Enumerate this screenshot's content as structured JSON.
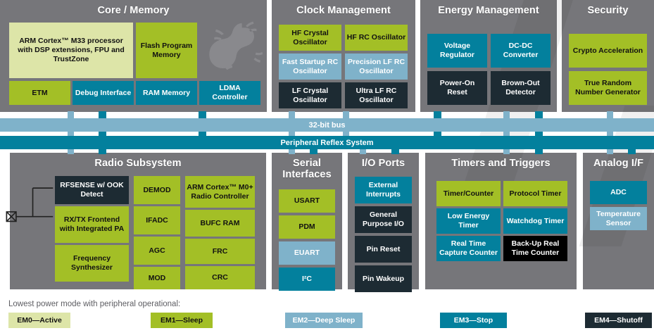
{
  "legend": {
    "caption": "Lowest power mode with peripheral operational:",
    "items": [
      {
        "label": "EM0—Active",
        "level": "em0",
        "color": "#dde5a8"
      },
      {
        "label": "EM1—Sleep",
        "level": "em1",
        "color": "#a3bf26"
      },
      {
        "label": "EM2—Deep Sleep",
        "level": "em2",
        "color": "#7fb2ca"
      },
      {
        "label": "EM3—Stop",
        "level": "em3",
        "color": "#03809d"
      },
      {
        "label": "EM4—Shutoff",
        "level": "em4",
        "color": "#1d2b33"
      }
    ]
  },
  "buses": [
    {
      "name": "32-bit bus",
      "color": "#7fb2ca"
    },
    {
      "name": "Peripheral Reflex System",
      "color": "#03809d"
    }
  ],
  "panels": {
    "core_memory": {
      "title": "Core / Memory",
      "blocks": [
        {
          "label": "ARM Cortex™ M33 processor with DSP extensions, FPU and TrustZone",
          "level": "em0"
        },
        {
          "label": "Flash Program Memory",
          "level": "em1"
        },
        {
          "label": "ETM",
          "level": "em1"
        },
        {
          "label": "Debug Interface",
          "level": "em3"
        },
        {
          "label": "RAM Memory",
          "level": "em3"
        },
        {
          "label": "LDMA Controller",
          "level": "em3"
        }
      ]
    },
    "clock_management": {
      "title": "Clock Management",
      "blocks": [
        {
          "label": "HF Crystal Oscillator",
          "level": "em1"
        },
        {
          "label": "HF RC Oscillator",
          "level": "em1"
        },
        {
          "label": "Fast Startup RC Oscillator",
          "level": "em2"
        },
        {
          "label": "Precision LF RC Oscillator",
          "level": "em2"
        },
        {
          "label": "LF Crystal Oscillator",
          "level": "em4"
        },
        {
          "label": "Ultra LF RC Oscillator",
          "level": "em4"
        }
      ]
    },
    "energy_management": {
      "title": "Energy Management",
      "blocks": [
        {
          "label": "Voltage Regulator",
          "level": "em3"
        },
        {
          "label": "DC-DC Converter",
          "level": "em3"
        },
        {
          "label": "Power-On Reset",
          "level": "em4"
        },
        {
          "label": "Brown-Out Detector",
          "level": "em4"
        }
      ]
    },
    "security": {
      "title": "Security",
      "blocks": [
        {
          "label": "Crypto Acceleration",
          "level": "em1"
        },
        {
          "label": "True Random Number Generator",
          "level": "em1"
        }
      ]
    },
    "radio_subsystem": {
      "title": "Radio Subsystem",
      "blocks": [
        {
          "label": "RFSENSE w/ OOK Detect",
          "level": "em4"
        },
        {
          "label": "RX/TX Frontend with Integrated PA",
          "level": "em1"
        },
        {
          "label": "Frequency Synthesizer",
          "level": "em1"
        },
        {
          "label": "DEMOD",
          "level": "em1"
        },
        {
          "label": "IFADC",
          "level": "em1"
        },
        {
          "label": "AGC",
          "level": "em1"
        },
        {
          "label": "MOD",
          "level": "em1"
        },
        {
          "label": "ARM Cortex™ M0+ Radio Controller",
          "level": "em1"
        },
        {
          "label": "BUFC RAM",
          "level": "em1"
        },
        {
          "label": "FRC",
          "level": "em1"
        },
        {
          "label": "CRC",
          "level": "em1"
        }
      ]
    },
    "serial_interfaces": {
      "title": "Serial Interfaces",
      "blocks": [
        {
          "label": "USART",
          "level": "em1"
        },
        {
          "label": "PDM",
          "level": "em1"
        },
        {
          "label": "EUART",
          "level": "em2"
        },
        {
          "label": "I²C",
          "level": "em3"
        }
      ]
    },
    "io_ports": {
      "title": "I/O Ports",
      "blocks": [
        {
          "label": "External Interrupts",
          "level": "em3"
        },
        {
          "label": "General Purpose I/O",
          "level": "em4"
        },
        {
          "label": "Pin Reset",
          "level": "em4"
        },
        {
          "label": "Pin Wakeup",
          "level": "em4"
        }
      ]
    },
    "timers_triggers": {
      "title": "Timers and Triggers",
      "blocks": [
        {
          "label": "Timer/Counter",
          "level": "em1"
        },
        {
          "label": "Protocol Timer",
          "level": "em1"
        },
        {
          "label": "Low Energy Timer",
          "level": "em3"
        },
        {
          "label": "Watchdog Timer",
          "level": "em3"
        },
        {
          "label": "Real Time Capture Counter",
          "level": "em3"
        },
        {
          "label": "Back-Up Real Time Counter",
          "level": "em4b"
        }
      ]
    },
    "analog_if": {
      "title": "Analog I/F",
      "blocks": [
        {
          "label": "ADC",
          "level": "em3"
        },
        {
          "label": "Temperature Sensor",
          "level": "em2"
        }
      ]
    }
  },
  "icons": {
    "antenna": "antenna-icon",
    "gecko": "gecko-watermark-icon"
  }
}
